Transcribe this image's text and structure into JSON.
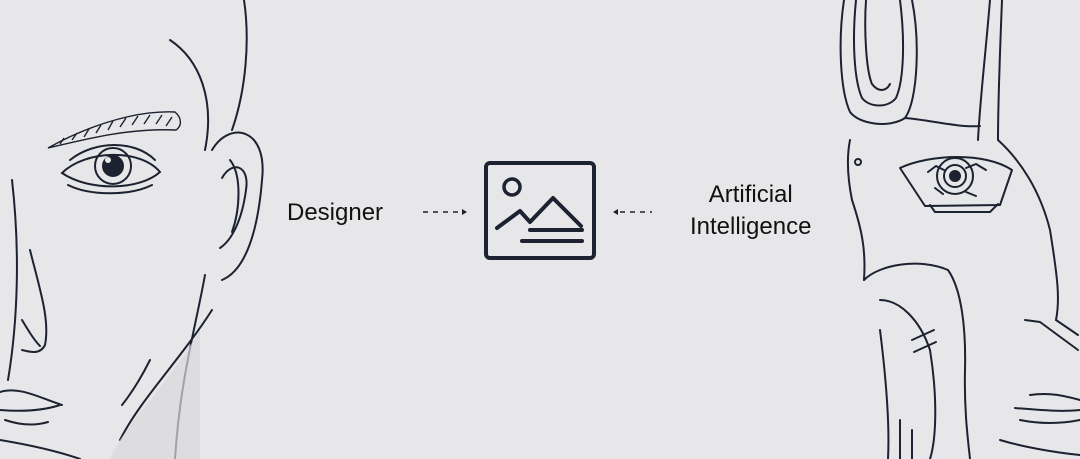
{
  "labels": {
    "designer": "Designer",
    "ai_line1": "Artificial",
    "ai_line2": "Intelligence"
  },
  "icons": {
    "center": "image-icon",
    "left_arrow": "dashed-arrow-right-icon",
    "right_arrow": "dashed-arrow-left-icon"
  },
  "colors": {
    "background": "#e7e7e9",
    "line": "#1d2230"
  }
}
